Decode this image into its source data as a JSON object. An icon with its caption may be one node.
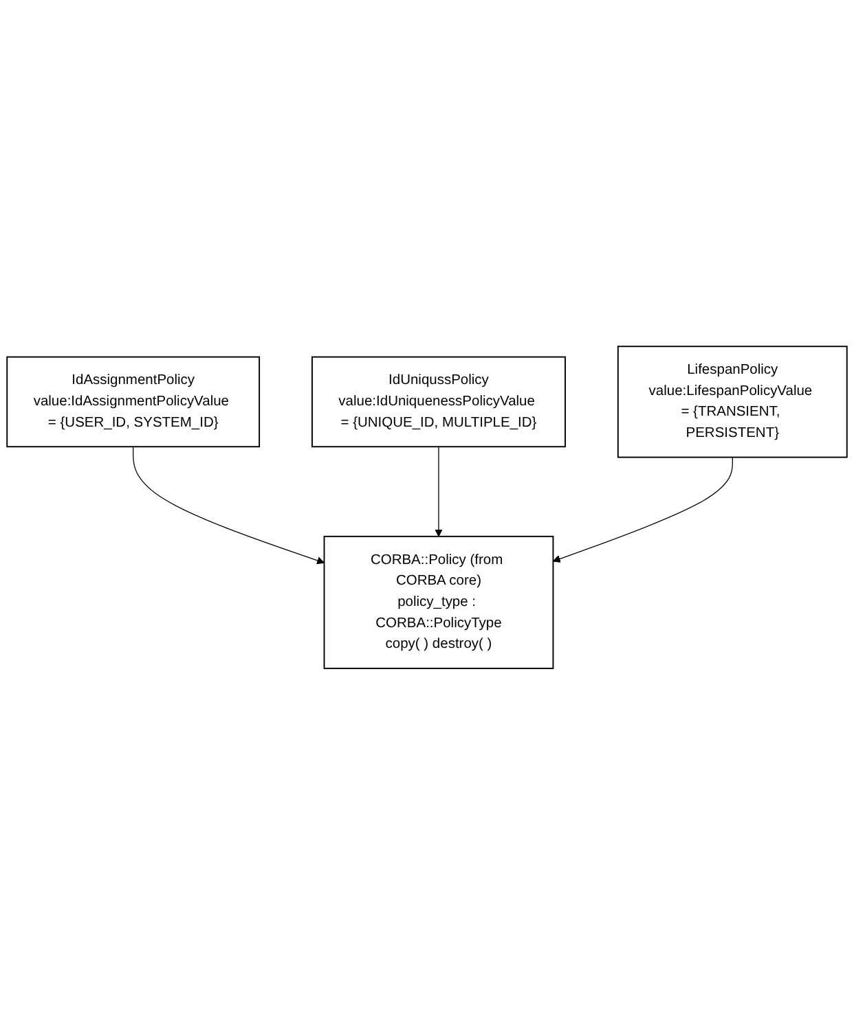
{
  "diagram": {
    "nodes": [
      {
        "text": [
          "IdAssignmentPolicy",
          "value:IdAssignmentPolicyValue = {USER_ID, SYSTEM_ID}"
        ]
      },
      {
        "text": [
          "IdUniqussPolicy",
          "value:IdUniquenessPolicyValue = {UNIQUE_ID, MULTIPLE_ID}"
        ]
      },
      {
        "text": [
          "CORBA::Policy (from CORBA core)",
          "policy_type : CORBA::PolicyType",
          "copy( ) destroy( )"
        ]
      },
      {
        "text": [
          "LifespanPolicy",
          "value:LifespanPolicyValue = {TRANSIENT, PERSISTENT}"
        ]
      }
    ],
    "edges": [
      {
        "from": 0,
        "to": 2,
        "arrow": "to"
      },
      {
        "from": 1,
        "to": 2,
        "arrow": "to"
      },
      {
        "from": 3,
        "to": 2,
        "arrow": "to"
      }
    ]
  }
}
